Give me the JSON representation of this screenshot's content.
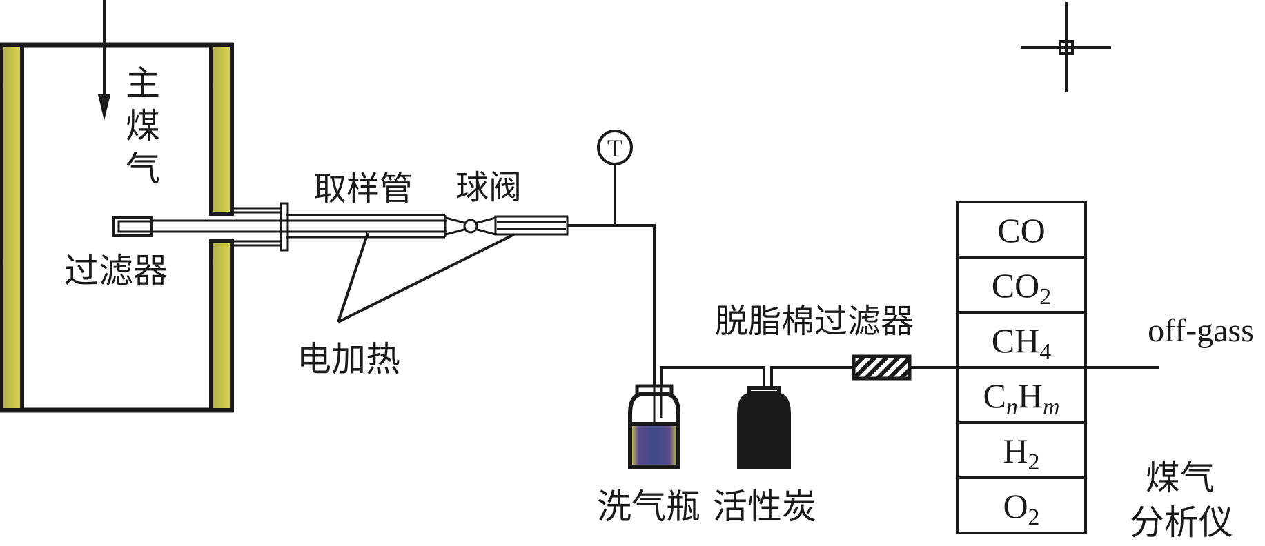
{
  "diagram": {
    "title": "Coal gas sampling and analysis system",
    "colors": {
      "line": "#1a1a1a",
      "wall_fill": "#d4d24e",
      "wall_fill_dark": "#b8b24a",
      "wash_liquid": "#4a4a8a",
      "wash_liquid_edge": "#d6d44a",
      "background": "#ffffff"
    },
    "labels": {
      "main_gas": [
        "主",
        "煤",
        "气"
      ],
      "filter": "过滤器",
      "sampling_tube": "取样管",
      "ball_valve": "球阀",
      "electric_heating": "电加热",
      "thermometer": "T",
      "cotton_filter": "脱脂棉过滤器",
      "wash_bottle": "洗气瓶",
      "activated_carbon": "活性炭",
      "off_gas": "off-gass",
      "analyzer": [
        "煤气",
        "分析仪"
      ]
    },
    "analyzer_cells": [
      {
        "main": "CO",
        "sub1": "",
        "mid": "",
        "sub2": ""
      },
      {
        "main": "CO",
        "sub1": "2",
        "mid": "",
        "sub2": ""
      },
      {
        "main": "CH",
        "sub1": "4",
        "mid": "",
        "sub2": ""
      },
      {
        "main": "C",
        "sub1": "n",
        "mid": "H",
        "sub2": "m"
      },
      {
        "main": "H",
        "sub1": "2",
        "mid": "",
        "sub2": ""
      },
      {
        "main": "O",
        "sub1": "2",
        "mid": "",
        "sub2": ""
      }
    ],
    "icons": {
      "crosshair": "crosshair-icon",
      "flow_arrow": "arrow-down-icon"
    }
  }
}
